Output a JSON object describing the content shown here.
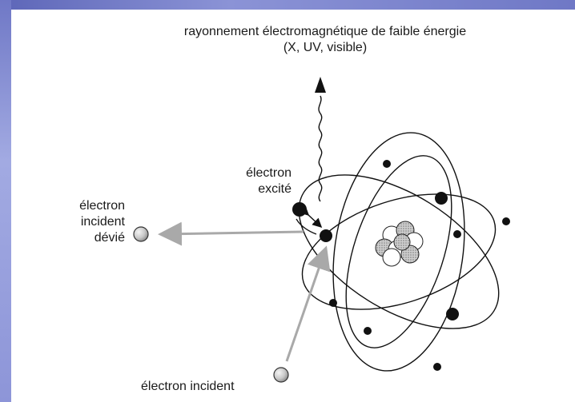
{
  "title": {
    "line1": "rayonnement électromagnétique de faible énergie",
    "line2": "(X, UV, visible)"
  },
  "labels": {
    "excited_line1": "électron",
    "excited_line2": "excité",
    "deflected_line1": "électron",
    "deflected_line2": "incident",
    "deflected_line3": "dévié",
    "incident": "électron incident"
  },
  "colors": {
    "slide_background": "#ffffff",
    "frame_blue": "#8f98d8",
    "ink": "#1a1a1a",
    "incident_path": "#a9a9a9"
  }
}
